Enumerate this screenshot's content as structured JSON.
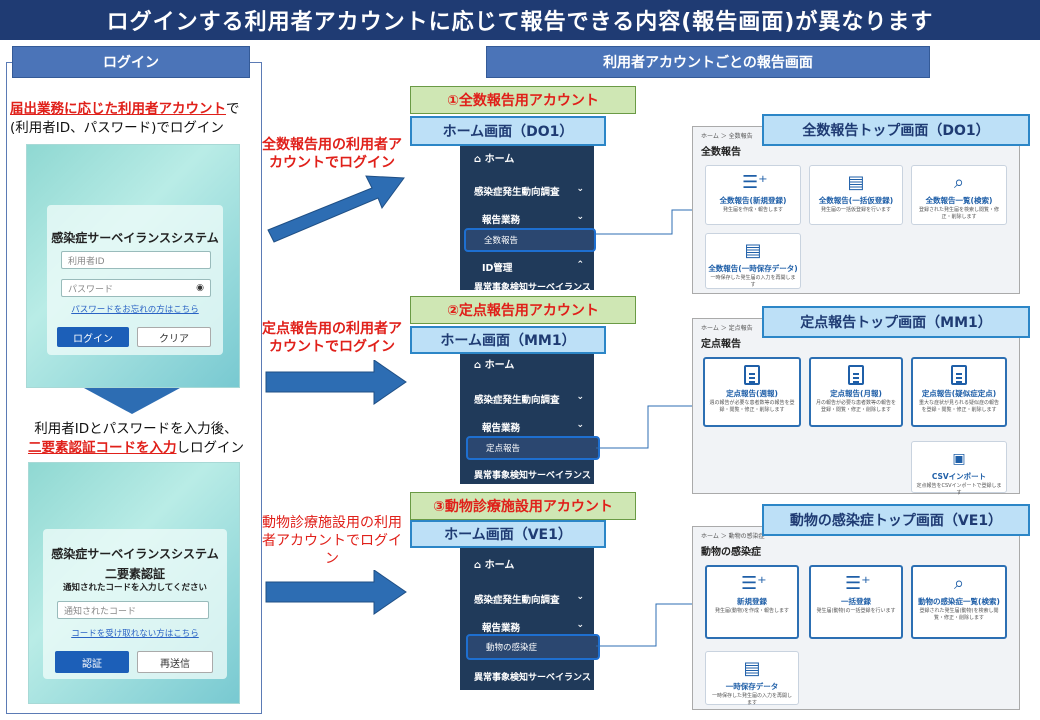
{
  "banner": "ログインする利用者アカウントに応じて報告できる内容(報告画面)が異なります",
  "left": {
    "header": "ログイン",
    "intro_red": "届出業務に応じた利用者アカウント",
    "intro_rest1": "で",
    "intro_line2": "(利用者ID、パスワード)でログイン",
    "login": {
      "system_title": "感染症サーベイランスシステム",
      "user_id_placeholder": "利用者ID",
      "password_placeholder": "パスワード",
      "forgot_link": "パスワードをお忘れの方はこちら",
      "login_button": "ログイン",
      "clear_button": "クリア"
    },
    "mid_line1": "利用者IDとパスワードを入力後、",
    "mid_red": "二要素認証コードを入力",
    "mid_rest": "しログイン",
    "twofa": {
      "system_title": "感染症サーベイランスシステム",
      "subtitle": "二要素認証",
      "instruction": "通知されたコードを入力してください",
      "code_placeholder": "通知されたコード",
      "resend_link": "コードを受け取れない方はこちら",
      "auth_button": "認証",
      "resend_button": "再送信"
    }
  },
  "right_header": "利用者アカウントごとの報告画面",
  "sections": [
    {
      "login_text": "全数報告用の利用者アカウントでログイン",
      "account": "①全数報告用アカウント",
      "home_title": "ホーム画面（DO1）",
      "nav": {
        "home": "ホーム",
        "survey": "感染症発生動向調査",
        "report": "報告業務",
        "highlight": "全数報告",
        "extra1": "ID管理",
        "extra2": "異常事象検知サーベイランス"
      },
      "top_title": "全数報告トップ画面（DO1）",
      "crumb": "ホーム ＞ 全数報告",
      "heading": "全数報告",
      "tiles": [
        {
          "icon": "doc-plus-icon",
          "title": "全数報告(新規登録)",
          "desc": "発生届を作成・報告します"
        },
        {
          "icon": "doc-dots-icon",
          "title": "全数報告(一括仮登録)",
          "desc": "発生届の一括仮登録を行います"
        },
        {
          "icon": "search-icon",
          "title": "全数報告一覧(検索)",
          "desc": "登録された発生届を検索し閲覧・修正・削除します"
        },
        {
          "icon": "doc-dots-icon",
          "title": "全数報告(一時保存データ)",
          "desc": "一時保存した発生届の入力を再開します"
        }
      ]
    },
    {
      "login_text": "定点報告用の利用者アカウントでログイン",
      "account": "②定点報告用アカウント",
      "home_title": "ホーム画面（MM1）",
      "nav": {
        "home": "ホーム",
        "survey": "感染症発生動向調査",
        "report": "報告業務",
        "highlight": "定点報告",
        "extra1": "異常事象検知サーベイランス",
        "extra2": ""
      },
      "top_title": "定点報告トップ画面（MM1）",
      "crumb": "ホーム ＞ 定点報告",
      "heading": "定点報告",
      "tiles": [
        {
          "icon": "doc-icon",
          "title": "定点報告(週報)",
          "desc": "週の報告が必要な患者数等の報告を登録・閲覧・修正・削除します"
        },
        {
          "icon": "doc-icon",
          "title": "定点報告(月報)",
          "desc": "月の報告が必要な患者数等の報告を登録・閲覧・修正・削除します"
        },
        {
          "icon": "doc-icon",
          "title": "定点報告(疑似症定点)",
          "desc": "重大な症状が見られる疑似症の報告を登録・閲覧・修正・削除します"
        },
        {
          "icon": "person-icon",
          "title": "CSVインポート",
          "desc": "定点報告をCSVインポートで登録します"
        }
      ]
    },
    {
      "login_text": "動物診療施設用の利用者アカウントでログイン",
      "account": "③動物診療施設用アカウント",
      "home_title": "ホーム画面（VE1）",
      "nav": {
        "home": "ホーム",
        "survey": "感染症発生動向調査",
        "report": "報告業務",
        "highlight": "動物の感染症",
        "extra1": "異常事象検知サーベイランス",
        "extra2": ""
      },
      "top_title": "動物の感染症トップ画面（VE1）",
      "crumb": "ホーム ＞ 動物の感染症",
      "heading": "動物の感染症",
      "tiles": [
        {
          "icon": "doc-plus-icon",
          "title": "新規登録",
          "desc": "発生届(動物)を作成・報告します"
        },
        {
          "icon": "doc-plus-icon",
          "title": "一括登録",
          "desc": "発生届(動物)の一括登録を行います"
        },
        {
          "icon": "search-icon",
          "title": "動物の感染症一覧(検索)",
          "desc": "登録された発生届(動物)を検索し閲覧・修正・削除します"
        },
        {
          "icon": "doc-dots-icon",
          "title": "一時保存データ",
          "desc": "一時保存した発生届の入力を再開します"
        }
      ]
    }
  ]
}
